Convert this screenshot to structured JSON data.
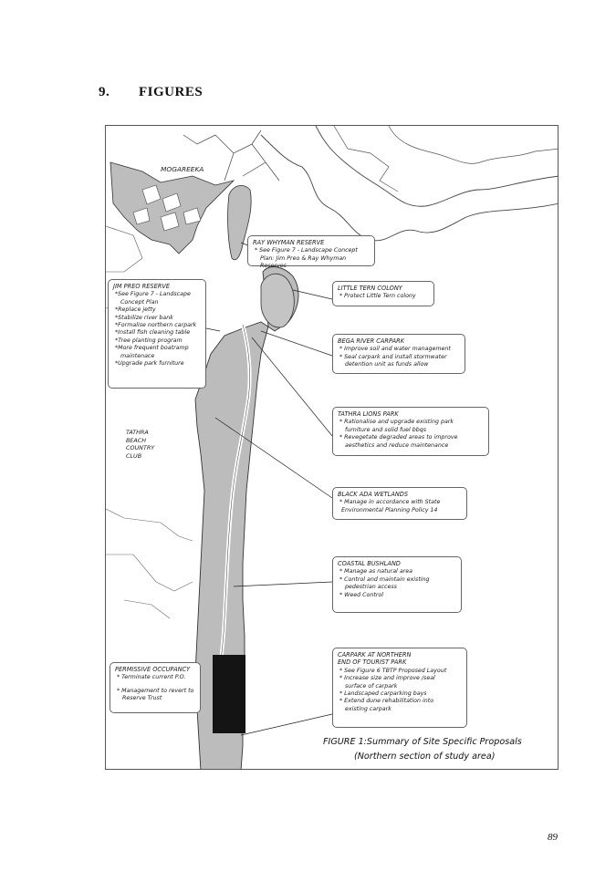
{
  "heading": {
    "number": "9.",
    "title": "FIGURES"
  },
  "map": {
    "place_labels": {
      "mogareeka": "MOGAREEKA",
      "club": [
        "TATHRA",
        "BEACH",
        "COUNTRY",
        "CLUB"
      ]
    },
    "callouts": {
      "ray_whyman": {
        "title": "RAY WHYMAN RESERVE",
        "items": [
          "* See Figure 7 - Landscape Concept",
          "Plan: Jim Preo & Ray Whyman Reserves"
        ]
      },
      "jim_preo": {
        "title": "JIM PREO RESERVE",
        "items": [
          "*See Figure 7 - Landscape",
          "Concept Plan",
          "*Replace jetty",
          "*Stabilize river bank",
          "*Formalise northern carpark",
          "*Install fish cleaning table",
          "*Tree planting program",
          "*More frequent boatramp",
          "maintenace",
          "*Upgrade park furniture"
        ]
      },
      "little_tern": {
        "title": "LITTLE TERN COLONY",
        "items": [
          "* Protect Little Tern colony"
        ]
      },
      "bega_river": {
        "title": "BEGA RIVER CARPARK",
        "items": [
          "* Improve soil and water management",
          "* Seal carpark and install stormwater",
          "detention unit as funds allow"
        ]
      },
      "tathra_lions": {
        "title": "TATHRA LIONS PARK",
        "items": [
          "* Rationalise and upgrade existing park",
          "furniture and solid fuel bbqs",
          "* Revegetate degraded areas to improve",
          "aesthetics and reduce maintenance"
        ]
      },
      "black_ada": {
        "title": "BLACK ADA WETLANDS",
        "items": [
          "* Manage in accordance with State",
          "Environmental Planning Policy 14"
        ]
      },
      "coastal_bushland": {
        "title": "COASTAL BUSHLAND",
        "items": [
          "* Manage as natural area",
          "* Control and maintain existing",
          "pedestrian access",
          "* Weed Control"
        ]
      },
      "carpark_northern": {
        "title": "CARPARK AT NORTHERN",
        "title2": "END OF TOURIST PARK",
        "items": [
          "* See Figure 6 TBTP Proposed Layout",
          "* Increase size and improve /seal",
          "surface of carpark",
          "* Landscaped carparking bays",
          "* Extend dune rehabilitation into",
          "existing carpark"
        ]
      },
      "permissive": {
        "title": "PERMISSIVE OCCUPANCY",
        "items": [
          "* Terminate current P.O.",
          "* Management to revert to",
          "Reserve Trust"
        ]
      }
    },
    "caption": {
      "title": "FIGURE 1:Summary of Site Specific Proposals",
      "subtitle": "(Northern section of study area)"
    }
  },
  "page_number": "89"
}
